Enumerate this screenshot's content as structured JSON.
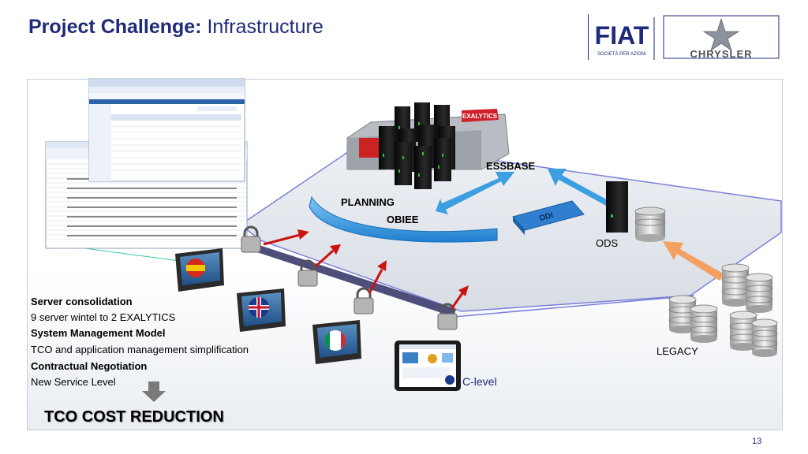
{
  "header": {
    "title_bold": "Project Challenge:",
    "title_rest": " Infrastructure"
  },
  "logos": {
    "fiat_text": "FIAT",
    "fiat_sub": "SOCIETÀ PER AZIONI",
    "chrysler_text": "CHRYSLER"
  },
  "diagram": {
    "exalytics_label": "EXALYTICS",
    "essbase_label": "ESSBASE",
    "planning_label": "PLANNING",
    "obiee_label": "OBIEE",
    "odi_label": "ODI",
    "ods_label": "ODS",
    "legacy_label": "LEGACY",
    "clevel_label": "C-level"
  },
  "bullets": [
    {
      "text": "Server consolidation",
      "bold": true
    },
    {
      "text": "9 server wintel to 2 EXALYTICS",
      "bold": false
    },
    {
      "text": "System Management Model",
      "bold": true
    },
    {
      "text": "TCO and application management  simplification",
      "bold": false
    },
    {
      "text": "Contractual Negotiation",
      "bold": true
    },
    {
      "text": "New Service Level",
      "bold": false
    }
  ],
  "result": "TCO COST REDUCTION",
  "page_number": "13",
  "colors": {
    "title": "#1f2a7a",
    "accent_arrow_red": "#cc1111",
    "accent_arrow_blue": "#3b9fe0",
    "accent_arrow_orange": "#f5a060"
  }
}
